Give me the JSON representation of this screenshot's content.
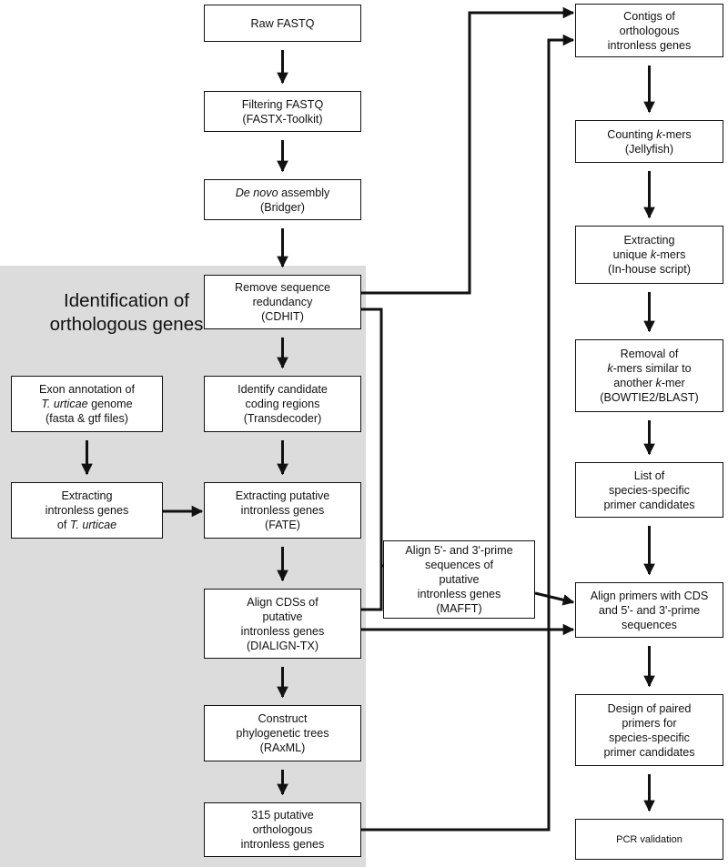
{
  "region": {
    "title": "Identification of\northologous genes"
  },
  "colors": {
    "region_fill": "#dcdcdc",
    "box_fill": "#ffffff",
    "line": "#111111"
  },
  "nodes": [
    {
      "id": "raw-fastq",
      "lines": [
        [
          {
            "t": "Raw FASTQ"
          }
        ]
      ]
    },
    {
      "id": "filtering-fastq",
      "lines": [
        [
          {
            "t": "Filtering FASTQ"
          }
        ],
        [
          {
            "t": "(FASTX-Toolkit)"
          }
        ]
      ]
    },
    {
      "id": "de-novo-assembly",
      "lines": [
        [
          {
            "t": "De novo",
            "i": true
          },
          {
            "t": " assembly"
          }
        ],
        [
          {
            "t": "(Bridger)"
          }
        ]
      ]
    },
    {
      "id": "remove-redundancy",
      "lines": [
        [
          {
            "t": "Remove sequence"
          }
        ],
        [
          {
            "t": "redundancy"
          }
        ],
        [
          {
            "t": "(CDHIT)"
          }
        ]
      ]
    },
    {
      "id": "identify-coding",
      "lines": [
        [
          {
            "t": "Identify candidate"
          }
        ],
        [
          {
            "t": "coding regions"
          }
        ],
        [
          {
            "t": "(Transdecoder)"
          }
        ]
      ]
    },
    {
      "id": "extract-putative",
      "lines": [
        [
          {
            "t": "Extracting putative"
          }
        ],
        [
          {
            "t": "intronless genes"
          }
        ],
        [
          {
            "t": "(FATE)"
          }
        ]
      ]
    },
    {
      "id": "align-cds",
      "lines": [
        [
          {
            "t": "Align CDSs of"
          }
        ],
        [
          {
            "t": "putative"
          }
        ],
        [
          {
            "t": "intronless genes"
          }
        ],
        [
          {
            "t": "(DIALIGN-TX)"
          }
        ]
      ]
    },
    {
      "id": "construct-trees",
      "lines": [
        [
          {
            "t": "Construct"
          }
        ],
        [
          {
            "t": "phylogenetic trees"
          }
        ],
        [
          {
            "t": "(RAxML)"
          }
        ]
      ]
    },
    {
      "id": "putative-orthologous",
      "lines": [
        [
          {
            "t": "315 putative"
          }
        ],
        [
          {
            "t": "orthologous"
          }
        ],
        [
          {
            "t": "intronless genes"
          }
        ]
      ]
    },
    {
      "id": "exon-annotation",
      "lines": [
        [
          {
            "t": "Exon annotation of"
          }
        ],
        [
          {
            "t": "T. urticae",
            "i": true
          },
          {
            "t": " genome"
          }
        ],
        [
          {
            "t": "(fasta & gtf files)"
          }
        ]
      ]
    },
    {
      "id": "extract-intronless",
      "lines": [
        [
          {
            "t": "Extracting"
          }
        ],
        [
          {
            "t": "intronless genes"
          }
        ],
        [
          {
            "t": "of "
          },
          {
            "t": "T. urticae",
            "i": true
          }
        ]
      ]
    },
    {
      "id": "align-5-3",
      "lines": [
        [
          {
            "t": "Align 5'- and 3'-prime"
          }
        ],
        [
          {
            "t": "sequences of"
          }
        ],
        [
          {
            "t": "putative"
          }
        ],
        [
          {
            "t": "intronless genes"
          }
        ],
        [
          {
            "t": "(MAFFT)"
          }
        ]
      ]
    },
    {
      "id": "contigs",
      "lines": [
        [
          {
            "t": "Contigs of"
          }
        ],
        [
          {
            "t": "orthologous"
          }
        ],
        [
          {
            "t": "intronless genes"
          }
        ]
      ]
    },
    {
      "id": "counting-kmers",
      "lines": [
        [
          {
            "t": "Counting "
          },
          {
            "t": "k",
            "i": true
          },
          {
            "t": "-mers"
          }
        ],
        [
          {
            "t": "(Jellyfish)"
          }
        ]
      ]
    },
    {
      "id": "extract-unique",
      "lines": [
        [
          {
            "t": "Extracting"
          }
        ],
        [
          {
            "t": "unique "
          },
          {
            "t": "k",
            "i": true
          },
          {
            "t": "-mers"
          }
        ],
        [
          {
            "t": "(In-house script)"
          }
        ]
      ]
    },
    {
      "id": "removal-kmers",
      "lines": [
        [
          {
            "t": "Removal of"
          }
        ],
        [
          {
            "t": "k",
            "i": true
          },
          {
            "t": "-mers similar to"
          }
        ],
        [
          {
            "t": "another "
          },
          {
            "t": "k",
            "i": true
          },
          {
            "t": "-mer"
          }
        ],
        [
          {
            "t": "(BOWTIE2/BLAST)"
          }
        ]
      ]
    },
    {
      "id": "list-candidates",
      "lines": [
        [
          {
            "t": "List of"
          }
        ],
        [
          {
            "t": "species-specific"
          }
        ],
        [
          {
            "t": "primer candidates"
          }
        ]
      ]
    },
    {
      "id": "align-primers",
      "lines": [
        [
          {
            "t": "Align primers with CDS"
          }
        ],
        [
          {
            "t": "and  5'- and 3'-prime"
          }
        ],
        [
          {
            "t": "sequences"
          }
        ]
      ]
    },
    {
      "id": "design-primers",
      "lines": [
        [
          {
            "t": "Design of paired"
          }
        ],
        [
          {
            "t": "primers for"
          }
        ],
        [
          {
            "t": "species-specific"
          }
        ],
        [
          {
            "t": "primer candidates"
          }
        ]
      ]
    },
    {
      "id": "pcr-validation",
      "small": true,
      "lines": [
        [
          {
            "t": "PCR validation"
          }
        ]
      ]
    }
  ],
  "edges": [
    {
      "from": "raw-fastq",
      "to": "filtering-fastq"
    },
    {
      "from": "filtering-fastq",
      "to": "de-novo-assembly"
    },
    {
      "from": "de-novo-assembly",
      "to": "remove-redundancy"
    },
    {
      "from": "remove-redundancy",
      "to": "identify-coding"
    },
    {
      "from": "identify-coding",
      "to": "extract-putative"
    },
    {
      "from": "extract-putative",
      "to": "align-cds"
    },
    {
      "from": "align-cds",
      "to": "construct-trees"
    },
    {
      "from": "construct-trees",
      "to": "putative-orthologous"
    },
    {
      "from": "exon-annotation",
      "to": "extract-intronless"
    },
    {
      "from": "extract-intronless",
      "to": "extract-putative"
    },
    {
      "from": "remove-redundancy",
      "to": "contigs"
    },
    {
      "from": "remove-redundancy",
      "to": "align-5-3"
    },
    {
      "from": "align-cds",
      "to": "align-5-3"
    },
    {
      "from": "align-5-3",
      "to": "align-primers"
    },
    {
      "from": "align-cds",
      "to": "align-primers"
    },
    {
      "from": "putative-orthologous",
      "to": "contigs"
    },
    {
      "from": "contigs",
      "to": "counting-kmers"
    },
    {
      "from": "counting-kmers",
      "to": "extract-unique"
    },
    {
      "from": "extract-unique",
      "to": "removal-kmers"
    },
    {
      "from": "removal-kmers",
      "to": "list-candidates"
    },
    {
      "from": "list-candidates",
      "to": "align-primers"
    },
    {
      "from": "align-primers",
      "to": "design-primers"
    },
    {
      "from": "design-primers",
      "to": "pcr-validation"
    }
  ]
}
